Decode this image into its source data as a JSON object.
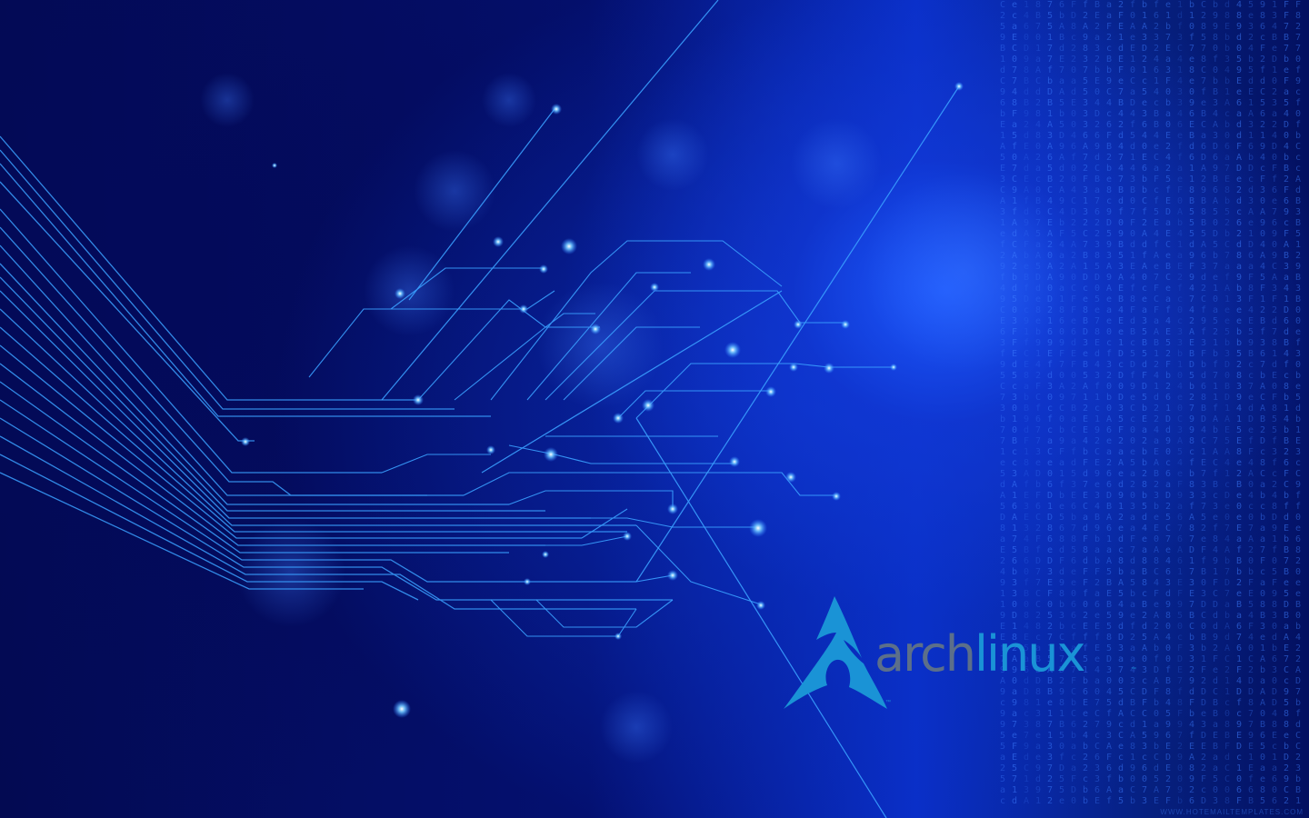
{
  "wallpaper": {
    "logo": {
      "arch_text": "arch",
      "linux_text": "linux",
      "tm": "™"
    },
    "watermark": "WWW.HOTEMAILTEMPLATES.COM",
    "colors": {
      "background": "#030a52",
      "glow": "#1e5aff",
      "circuit": "#3aa0ff",
      "logo_blue": "#1a93d6",
      "logo_gray": "#5c6f8a"
    }
  }
}
